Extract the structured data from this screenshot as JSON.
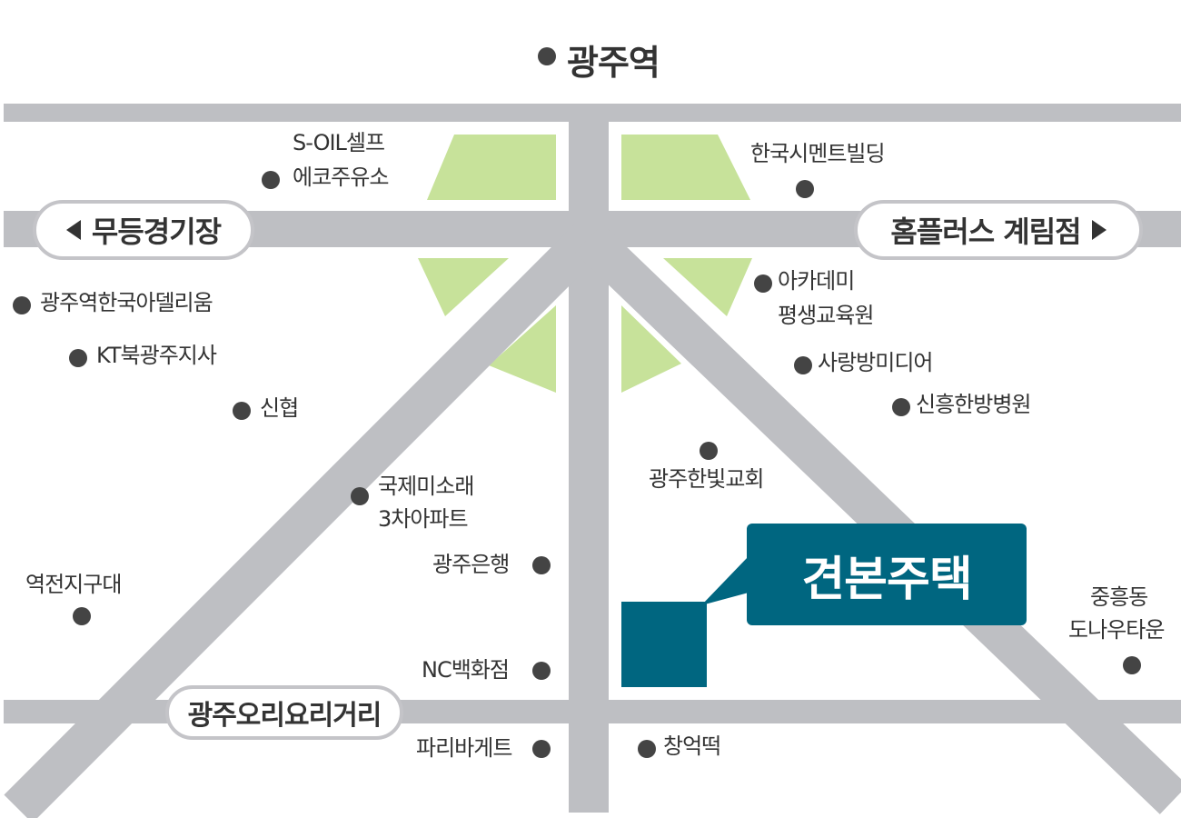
{
  "colors": {
    "road": "#bebfc3",
    "green": "#c7e29a",
    "accent": "#006680",
    "dot": "#444444"
  },
  "station": "광주역",
  "pills": {
    "left": "무등경기장",
    "right": "홈플러스 계림점",
    "bottom": "광주오리요리거리"
  },
  "callout": "견본주택",
  "landmarks": {
    "soil_1": "S-OIL셀프",
    "soil_2": "에코주유소",
    "cement": "한국시멘트빌딩",
    "gwangju_adelium": "광주역한국아델리움",
    "kt": "KT북광주지사",
    "shinhyup": "신협",
    "gukje_1": "국제미소래",
    "gukje_2": "3차아파트",
    "bank": "광주은행",
    "nc": "NC백화점",
    "paris": "파리바게트",
    "yeokjeon": "역전지구대",
    "academy_1": "아카데미",
    "academy_2": "평생교육원",
    "sarang": "사랑방미디어",
    "sinheung": "신흥한방병원",
    "church": "광주한빛교회",
    "changeok": "창억떡",
    "jungheung_1": "중흥동",
    "jungheung_2": "도나우타운"
  }
}
